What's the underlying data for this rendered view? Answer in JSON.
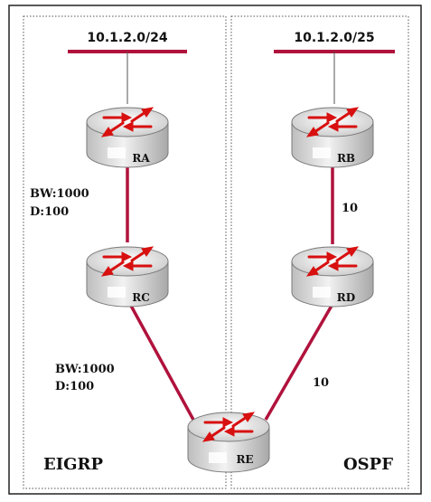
{
  "networks": {
    "left": "10.1.2.0/24",
    "right": "10.1.2.0/25"
  },
  "routers": {
    "ra": "RA",
    "rb": "RB",
    "rc": "RC",
    "rd": "RD",
    "re": "RE"
  },
  "links": {
    "ra_rc": {
      "bw": "BW:1000",
      "delay": "D:100"
    },
    "rc_re": {
      "bw": "BW:1000",
      "delay": "D:100"
    },
    "rb_rd": {
      "cost": "10"
    },
    "rd_re": {
      "cost": "10"
    }
  },
  "domains": {
    "left": "EIGRP",
    "right": "OSPF"
  },
  "colors": {
    "link": "#b0123c",
    "arrow": "#d81010",
    "router_body": "#d9d9d9",
    "border": "#222222"
  }
}
